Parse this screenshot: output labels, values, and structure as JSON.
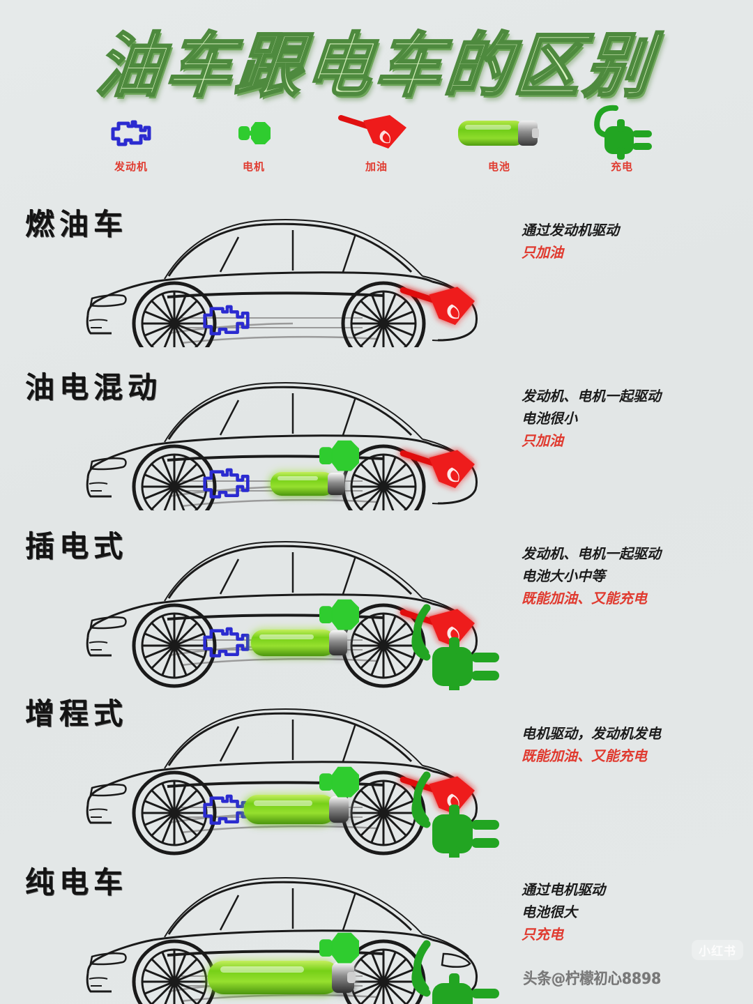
{
  "title": "油车跟电车的区别",
  "legend": {
    "items": [
      {
        "icon": "engine-icon",
        "label": "发动机",
        "color": "#2b2bd0"
      },
      {
        "icon": "motor-icon",
        "label": "电机",
        "color": "#2fcc2f"
      },
      {
        "icon": "fuel-nozzle-icon",
        "label": "加油",
        "color": "#ee1b1b"
      },
      {
        "icon": "battery-icon",
        "label": "电池",
        "color": "#7ed321"
      },
      {
        "icon": "charge-plug-icon",
        "label": "充电",
        "color": "#22a522"
      }
    ]
  },
  "rows": [
    {
      "name": "燃油车",
      "lines": [
        {
          "text": "通过发动机驱动",
          "highlight": false
        },
        {
          "text": "只加油",
          "highlight": true
        }
      ],
      "parts": {
        "engine": true,
        "motor": false,
        "battery": "none",
        "fuel": true,
        "plug": false
      }
    },
    {
      "name": "油电混动",
      "lines": [
        {
          "text": "发动机、电机一起驱动",
          "highlight": false
        },
        {
          "text": "电池很小",
          "highlight": false
        },
        {
          "text": "只加油",
          "highlight": true
        }
      ],
      "parts": {
        "engine": true,
        "motor": true,
        "battery": "small",
        "fuel": true,
        "plug": false
      }
    },
    {
      "name": "插电式",
      "lines": [
        {
          "text": "发动机、电机一起驱动",
          "highlight": false
        },
        {
          "text": "电池大小中等",
          "highlight": false
        },
        {
          "text": "既能加油、又能充电",
          "highlight": true
        }
      ],
      "parts": {
        "engine": true,
        "motor": true,
        "battery": "medium",
        "fuel": true,
        "plug": true
      }
    },
    {
      "name": "增程式",
      "lines": [
        {
          "text": "电机驱动，发动机发电",
          "highlight": false
        },
        {
          "text": "既能加油、又能充电",
          "highlight": true
        }
      ],
      "parts": {
        "engine": true,
        "motor": true,
        "battery": "medium",
        "fuel": true,
        "plug": true
      }
    },
    {
      "name": "纯电车",
      "lines": [
        {
          "text": "通过电机驱动",
          "highlight": false
        },
        {
          "text": "电池很大",
          "highlight": false
        },
        {
          "text": "只充电",
          "highlight": true
        }
      ],
      "parts": {
        "engine": false,
        "motor": true,
        "battery": "large",
        "fuel": false,
        "plug": true
      }
    }
  ],
  "watermarks": {
    "xiaohongshu": "小红书",
    "toutiao": "头条@柠檬初心8898"
  },
  "colors": {
    "background": "#e4e8e8",
    "title_fill": "#d9f2c0",
    "title_stroke": "#4e8a3e",
    "engine_blue": "#2b2bd0",
    "fuel_red": "#ee1b1b",
    "motor_green": "#2fcc2f",
    "battery_green": "#7ed321",
    "plug_green": "#22a522",
    "label_red": "#e03a2f",
    "text_black": "#1b1b1b"
  }
}
